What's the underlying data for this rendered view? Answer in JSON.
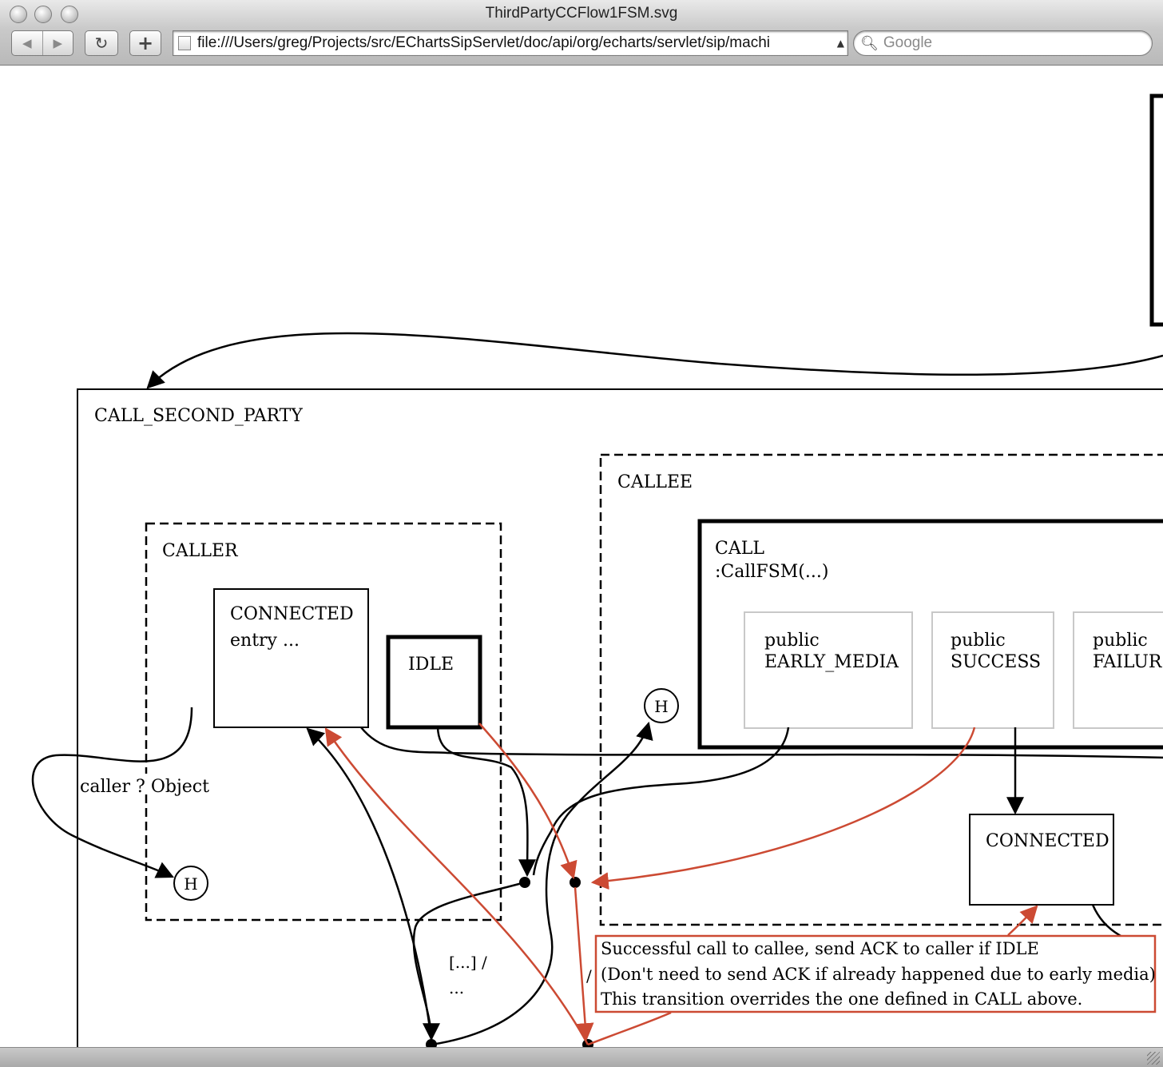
{
  "window": {
    "title": "ThirdPartyCCFlow1FSM.svg"
  },
  "toolbar": {
    "back_icon": "back-arrow-icon",
    "forward_icon": "forward-arrow-icon",
    "reload_icon": "reload-icon",
    "add_bookmark_icon": "plus-icon",
    "url": "file:///Users/greg/Projects/src/EChartsSipServlet/doc/api/org/echarts/servlet/sip/machi",
    "search_placeholder": "Google"
  },
  "diagram": {
    "states": {
      "call_second_party": "CALL_SECOND_PARTY",
      "callee": "CALLEE",
      "caller": "CALLER",
      "caller_connected": "CONNECTED",
      "caller_connected_entry": "entry ...",
      "idle": "IDLE",
      "call_line1": "CALL",
      "call_line2": ":CallFSM(...)",
      "early_media_1": "public",
      "early_media_2": "EARLY_MEDIA",
      "success_1": "public",
      "success_2": "SUCCESS",
      "failure_1": "public",
      "failure_2": "FAILUR",
      "callee_connected": "CONNECTED",
      "history_1": "H",
      "history_2": "H"
    },
    "transition_labels": {
      "caller_object": "caller ? Object",
      "guard_1": "[...] /",
      "guard_2": "...",
      "slash": "/"
    },
    "note": {
      "line1": "Successful call to callee, send ACK to caller if IDLE",
      "line2": "(Don't need to send ACK if already happened due to early media)",
      "line3": "This transition overrides the one defined in CALL above."
    },
    "colors": {
      "highlight": "#cc4a33",
      "inner_box_border": "#c8c8c8"
    }
  }
}
